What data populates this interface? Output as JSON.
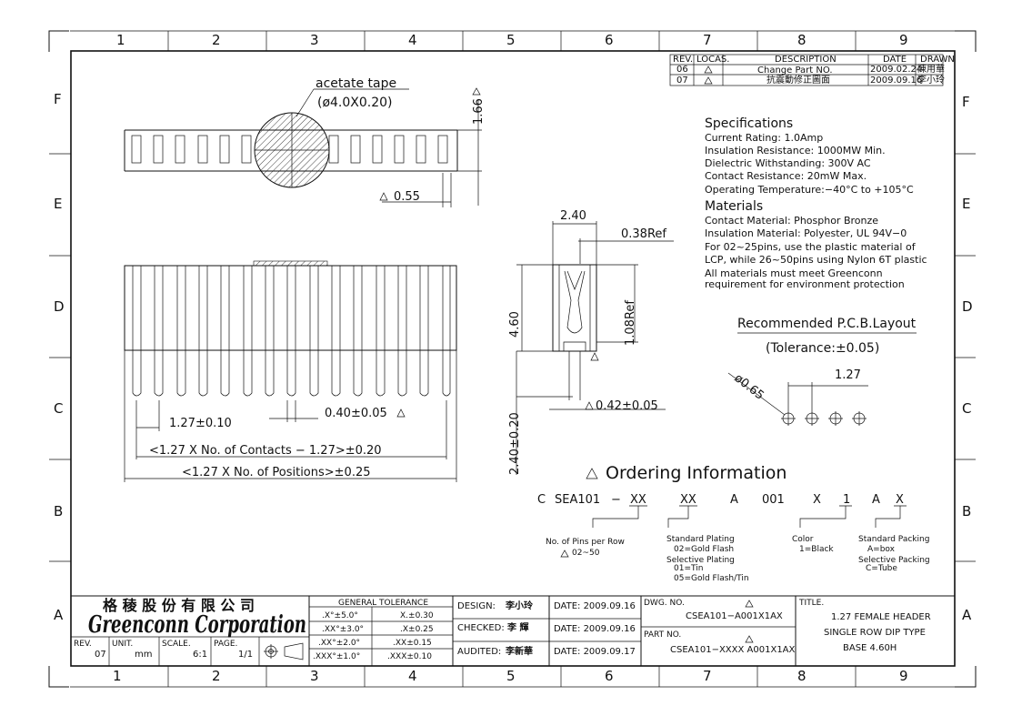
{
  "frame": {
    "col_numbers": [
      "1",
      "2",
      "3",
      "4",
      "5",
      "6",
      "7",
      "8",
      "9"
    ],
    "row_letters": [
      "F",
      "E",
      "D",
      "C",
      "B",
      "A"
    ]
  },
  "revision_table": {
    "headers": [
      "REV.",
      "LOCAS.",
      "DESCRIPTION",
      "DATE",
      "DRAWN"
    ],
    "rows": [
      {
        "rev": "06",
        "desc": "Change Part NO.",
        "date": "2009.02.24",
        "drawn": "陳用華"
      },
      {
        "rev": "07",
        "desc": "抗震動修正圖面",
        "date": "2009.09.16",
        "drawn": "李小玲"
      }
    ]
  },
  "top_view": {
    "tape_label": "acetate tape",
    "tape_dim": "(ø4.0X0.20)",
    "dim_height": "1.66",
    "dim_width": "0.55"
  },
  "front_view": {
    "dim_pitch": "1.27±0.10",
    "dim_pin": "0.40±0.05",
    "dim_contacts": "<1.27 X No. of Contacts − 1.27>±0.20",
    "dim_positions": "<1.27 X No. of Positions>±0.25"
  },
  "side_view": {
    "dim_width": "2.40",
    "dim_ref": "0.38Ref",
    "dim_height": "4.60",
    "dim_inner": "1.08Ref",
    "dim_pin": "0.42±0.05",
    "dim_tail": "2.40±0.20"
  },
  "specifications": {
    "title": "Specifications",
    "lines": [
      "Current Rating:   1.0Amp",
      "Insulation Resistance:   1000MW Min.",
      "Dielectric Withstanding:   300V AC",
      "Contact Resistance:   20mW Max.",
      "Operating Temperature:−40°C to +105°C"
    ]
  },
  "materials": {
    "title": "Materials",
    "lines": [
      "Contact Material: Phosphor Bronze",
      "Insulation Material: Polyester, UL 94V−0",
      "For 02~25pins, use the plastic material of",
      "LCP, while 26~50pins using Nylon 6T plastic",
      "All materials must meet Greenconn",
      "requirement for environment protection"
    ]
  },
  "pcb": {
    "title": "Recommended P.C.B.Layout",
    "tolerance": "(Tolerance:±0.05)",
    "dim_hole": "ø0.65",
    "dim_pitch": "1.27"
  },
  "ordering": {
    "title": "Ordering Information",
    "code": [
      "C",
      "SEA101",
      "−",
      "XX",
      "XX",
      "A",
      "001",
      "X",
      "1",
      "A",
      "X"
    ],
    "notes": {
      "pins_title": "No. of Pins per Row",
      "pins_range": "02~50",
      "plating_1": "Standard Plating",
      "plating_2": "02=Gold Flash",
      "plating_3": "Selective Plating",
      "plating_4": "01=Tin",
      "plating_5": "05=Gold Flash/Tin",
      "color_1": "Color",
      "color_2": "1=Black",
      "packing_1": "Standard Packing",
      "packing_2": "A=box",
      "packing_3": "Selective Packing",
      "packing_4": "C=Tube"
    }
  },
  "title_block": {
    "company_cn": "格 稜 股 份 有 限 公 司",
    "company_en": "Greenconn Corporation",
    "rev_label": "REV.",
    "rev_value": "07",
    "unit_label": "UNIT.",
    "unit_value": "mm",
    "scale_label": "SCALE.",
    "scale_value": "6:1",
    "page_label": "PAGE.",
    "page_value": "1/1",
    "tolerance_title": "GENERAL TOLERANCE",
    "tolerance_rows": [
      [
        ".X°±5.0°",
        "X.±0.30"
      ],
      [
        ".XX°±3.0°",
        ".X±0.25"
      ],
      [
        ".XX°±2.0°",
        ".XX±0.15"
      ],
      [
        ".XXX°±1.0°",
        ".XXX±0.10"
      ]
    ],
    "design_label": "DESIGN:",
    "design_name": "李小玲",
    "checked_label": "CHECKED:",
    "checked_name": "李 輝",
    "audited_label": "AUDITED:",
    "audited_name": "李新華",
    "date_label_1": "DATE: 2009.09.16",
    "date_label_2": "DATE: 2009.09.16",
    "date_label_3": "DATE: 2009.09.17",
    "dwg_label": "DWG. NO.",
    "dwg_value": "CSEA101−A001X1AX",
    "part_label": "PART NO.",
    "part_value": "CSEA101−XXXX A001X1AX",
    "title_label": "TITLE.",
    "title_lines": [
      "1.27 FEMALE HEADER",
      "SINGLE ROW DIP TYPE",
      "BASE 4.60H"
    ]
  }
}
